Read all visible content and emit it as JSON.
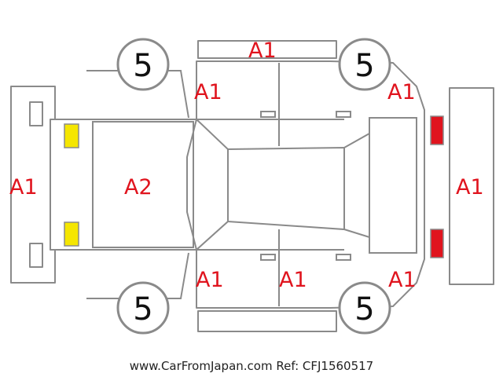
{
  "labels": {
    "roof_rail_top": "A1",
    "front_left_door_upper": "A1",
    "rear_left_fender": "A1",
    "front_bumper": "A1",
    "hood": "A2",
    "rear_bumper": "A1",
    "front_left_door_lower": "A1",
    "rear_left_door_lower": "A1",
    "rear_right_fender": "A1"
  },
  "tires": {
    "front_left": "5",
    "rear_left": "5",
    "front_right": "5",
    "rear_right": "5"
  },
  "colors": {
    "outline": "#8a8a8a",
    "damage_label": "#e0141e",
    "headlight": "#f5e600",
    "taillight": "#e0141e"
  },
  "footer": {
    "credit": "www.CarFromJapan.com Ref: CFJ1560517"
  }
}
